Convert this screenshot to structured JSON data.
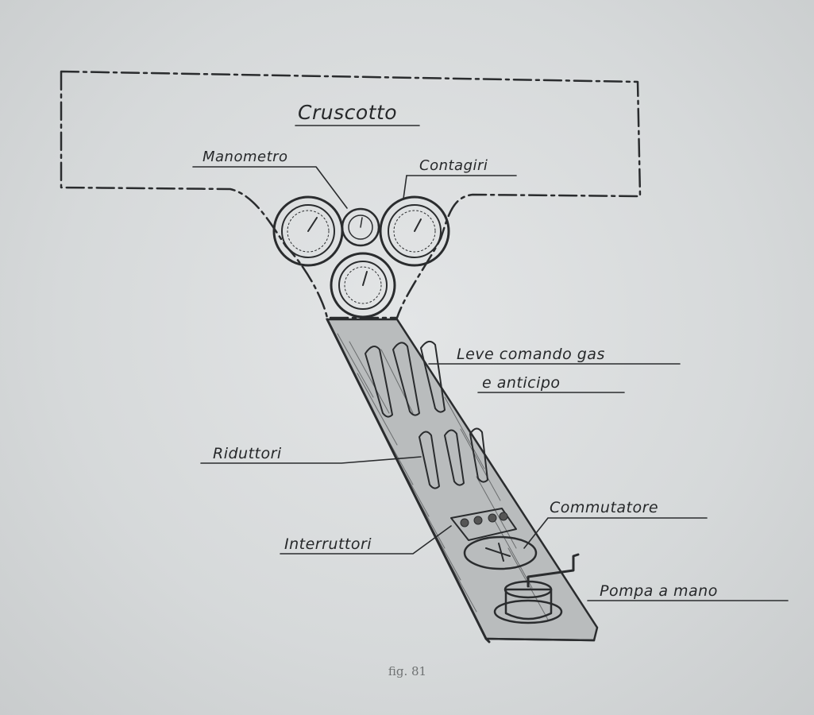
{
  "title": "Cruscotto",
  "labels": {
    "manometro": "Manometro",
    "contagiri": "Contagiri",
    "leve_line1": "Leve comando gas",
    "leve_line2": "e anticipo",
    "riduttori": "Riduttori",
    "commutatore": "Commutatore",
    "interruttori": "Interruttori",
    "pompa": "Pompa a mano"
  },
  "caption": "fig. 81",
  "colors": {
    "paper": "#d6d9da",
    "ink": "#2a2c2e",
    "caption": "#6f7273"
  }
}
